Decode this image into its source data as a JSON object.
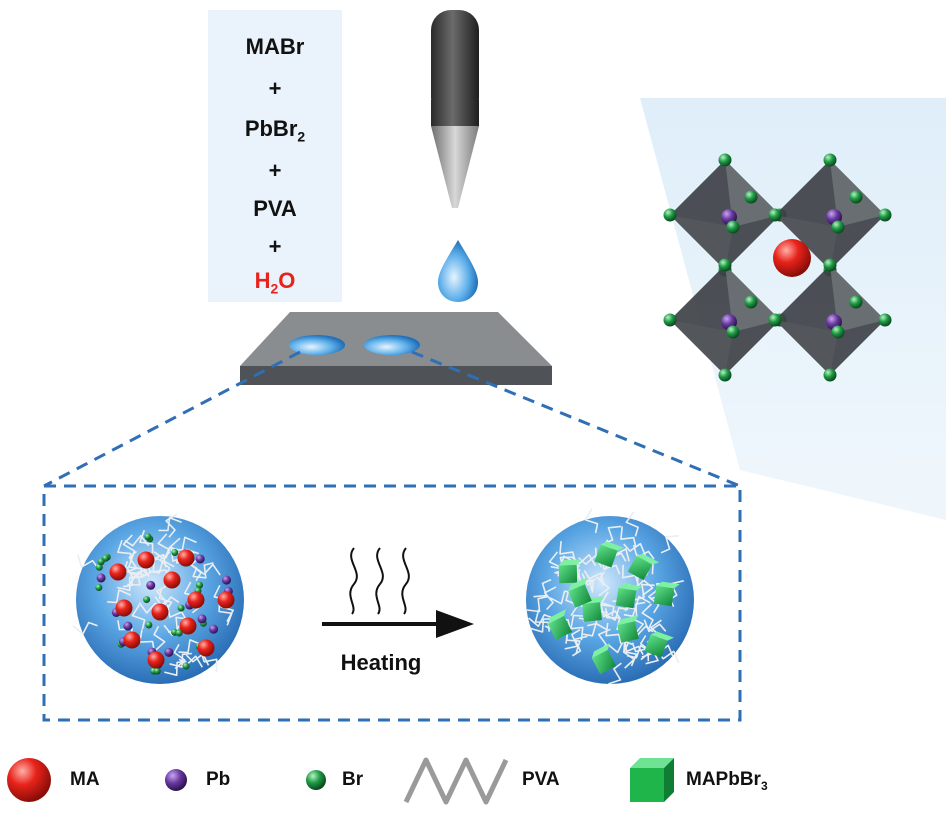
{
  "reagents": {
    "line1": "MABr",
    "plus1": "+",
    "line2_base": "PbBr",
    "line2_sub": "2",
    "plus2": "+",
    "line3": "PVA",
    "plus3": "+",
    "line4_base": "H",
    "line4_sub": "2",
    "line4_end": "O"
  },
  "process": {
    "arrow_label": "Heating"
  },
  "legend": {
    "ma": "MA",
    "pb": "Pb",
    "br": "Br",
    "pva": "PVA",
    "product_base": "MAPbBr",
    "product_sub": "3"
  },
  "colors": {
    "ma": "#e3221c",
    "pb": "#6a3aa0",
    "br": "#1f9a45",
    "product": "#1fb54b",
    "substrate": "#8a8d90",
    "droplet": "#3a8fd6",
    "dashed": "#2f6fb5",
    "reagent_text_red": "#e8231b"
  }
}
